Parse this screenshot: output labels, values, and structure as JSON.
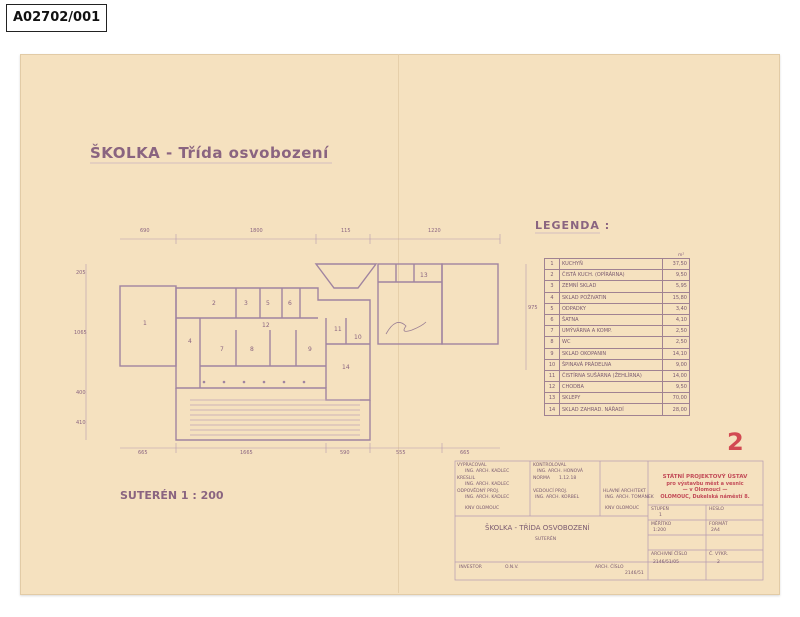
{
  "archive_id": "A02702/001",
  "drawing": {
    "title": "ŠKOLKA - Třída osvobození",
    "legend_heading": "LEGENDA :",
    "legend_unit": "m²",
    "floor_label": "SUTERÉN 1 : 200",
    "sheet_number": "2"
  },
  "dimensions": {
    "top": [
      "690",
      "1800",
      "115",
      "1220"
    ],
    "bottom": [
      "665",
      "1665",
      "590",
      "555",
      "665"
    ],
    "left": [
      "205",
      "1065",
      "400",
      "410"
    ],
    "right": [
      "975"
    ]
  },
  "room_numbers": [
    "1",
    "2",
    "3",
    "4",
    "5",
    "6",
    "7",
    "8",
    "9",
    "10",
    "11",
    "12",
    "13",
    "14"
  ],
  "legend": [
    {
      "no": "1",
      "name": "KUCHYŇ",
      "area": "37,50"
    },
    {
      "no": "2",
      "name": "ČISTÁ KUCH. (OPÍRÁRNA)",
      "area": "9,50"
    },
    {
      "no": "3",
      "name": "ZEMNÍ SKLAD",
      "area": "5,95"
    },
    {
      "no": "4",
      "name": "SKLAD POŽIVATIN",
      "area": "15,80"
    },
    {
      "no": "5",
      "name": "ODPADKY",
      "area": "3,40"
    },
    {
      "no": "6",
      "name": "ŠATNA",
      "area": "4,10"
    },
    {
      "no": "7",
      "name": "UMÝVÁRNA A KOMP.",
      "area": "2,50"
    },
    {
      "no": "8",
      "name": "WC",
      "area": "2,50"
    },
    {
      "no": "9",
      "name": "SKLAD OKOPANIN",
      "area": "14,10"
    },
    {
      "no": "10",
      "name": "ŠPINAVÁ PRÁDELNA",
      "area": "9,00"
    },
    {
      "no": "11",
      "name": "ČISTÍRNA SUŠÁRNA (ŽEHLÍRNA)",
      "area": "14,00"
    },
    {
      "no": "12",
      "name": "CHODBA",
      "area": "9,50"
    },
    {
      "no": "13",
      "name": "SKLEPY",
      "area": "70,00"
    },
    {
      "no": "14",
      "name": "SKLAD ZAHRAD. NÁŘADÍ",
      "area": "28,00"
    }
  ],
  "title_block": {
    "prepared_label": "VYPRACOVAL",
    "prepared_name": "ING. ARCH. KADLEC",
    "drew_label": "KRESLIL",
    "drew_name": "ING. ARCH. KADLEC",
    "responsible_label": "ODPOVĚDNÝ PROJ.",
    "responsible_name": "ING. ARCH. KADLEC",
    "checked_label": "KONTROLOVAL",
    "checked_name": "ING. ARCH. HONOVÁ",
    "norm_label": "NORMA",
    "norm_date": "1.12.18",
    "lead_label": "VEDOUCÍ PROJ.",
    "lead_name": "ING. ARCH. KORBEL",
    "chief_label": "HLAVNÍ ARCHITEKT",
    "chief_name": "ING. ARCH. TOMÁNEK",
    "place_left": "KNV OLOMOUC",
    "place_mid": "KNV OLOMOUC",
    "project_name": "ŠKOLKA - TŘÍDA OSVOBOZENÍ",
    "drawing_name": "SUTERÉN",
    "investor_label": "INVESTOR",
    "investor_value": "O.N.V.",
    "archive_label": "ARCH. ČÍSLO",
    "archive_value": "2146/51",
    "stage_label": "STUPEŇ",
    "stage_value": "1",
    "code_label": "HESLO",
    "scale_label": "MĚŘÍTKO",
    "scale_value": "1:200",
    "format_label": "FORMÁT",
    "format_value": "2A4",
    "archive2_label": "ARCHIVNÍ ČÍSLO",
    "archive2_value": "2146/51/05",
    "drawing_no_label": "Č. VÝKR.",
    "drawing_no_value": "2"
  },
  "stamp": {
    "line1": "STÁTNÍ PROJEKTOVÝ ÚSTAV",
    "line2": "pro výstavbu měst a vesnic",
    "line3": "— v Olomouci —",
    "line4": "OLOMOUC, Dukelská náměstí 8."
  }
}
